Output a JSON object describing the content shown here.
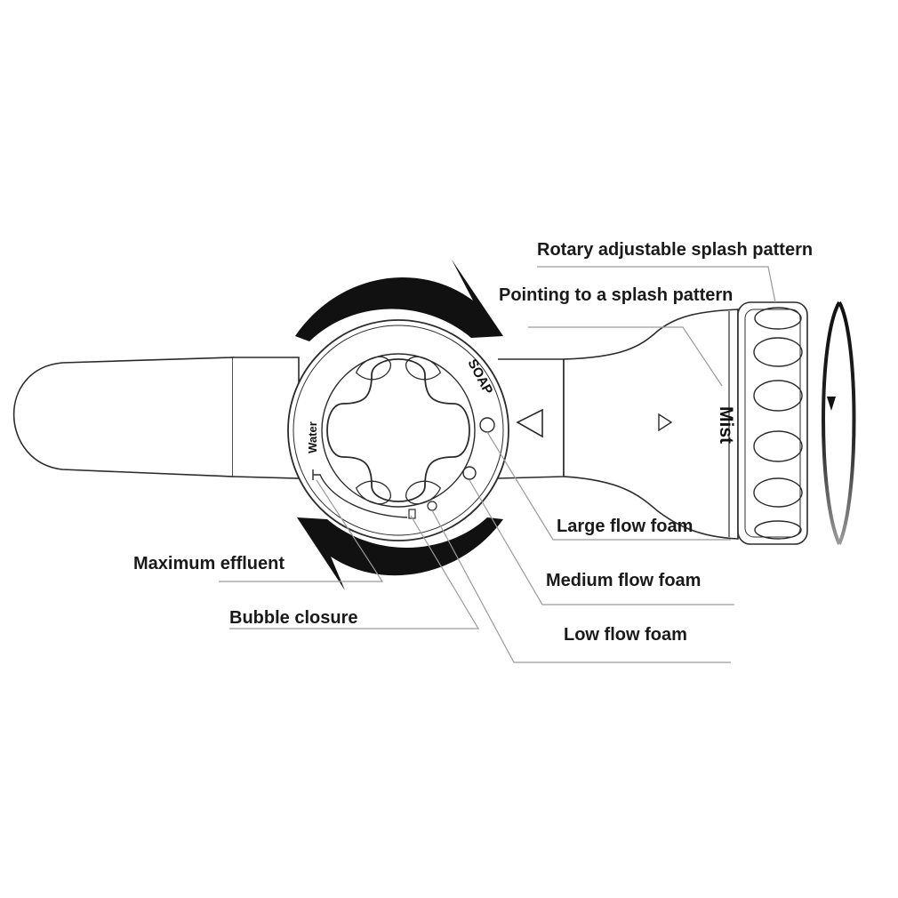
{
  "callouts": {
    "rotary_pattern": "Rotary adjustable splash pattern",
    "pointing_pattern": "Pointing to a splash pattern",
    "large_flow": "Large flow foam",
    "medium_flow": "Medium flow foam",
    "low_flow": "Low flow foam",
    "max_effluent": "Maximum effluent",
    "bubble_closure": "Bubble closure"
  },
  "dial": {
    "soap_label": "SOAP",
    "water_label": "Water"
  },
  "nozzle": {
    "mode_label": "Mist"
  },
  "colors": {
    "outline": "#2b2b2b",
    "leader": "#9a9a9a",
    "arrow": "#111111"
  }
}
